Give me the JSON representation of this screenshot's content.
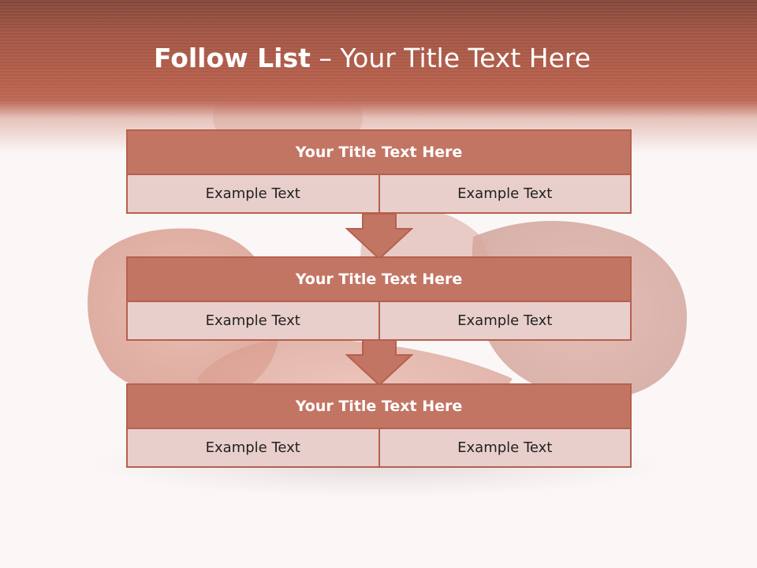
{
  "header": {
    "title_bold": "Follow List",
    "title_rest": " – Your Title Text Here"
  },
  "colors": {
    "accent": "#b6604e",
    "header_fill": "#c37564",
    "cell_fill": "#e8cfcb",
    "banner_dark": "#84483b"
  },
  "flow": [
    {
      "title": "Your Title Text Here",
      "cells": [
        "Example Text",
        "Example Text"
      ]
    },
    {
      "title": "Your Title Text Here",
      "cells": [
        "Example Text",
        "Example Text"
      ]
    },
    {
      "title": "Your Title Text Here",
      "cells": [
        "Example Text",
        "Example Text"
      ]
    }
  ],
  "connectors": [
    "down-arrow-icon",
    "down-arrow-icon"
  ]
}
